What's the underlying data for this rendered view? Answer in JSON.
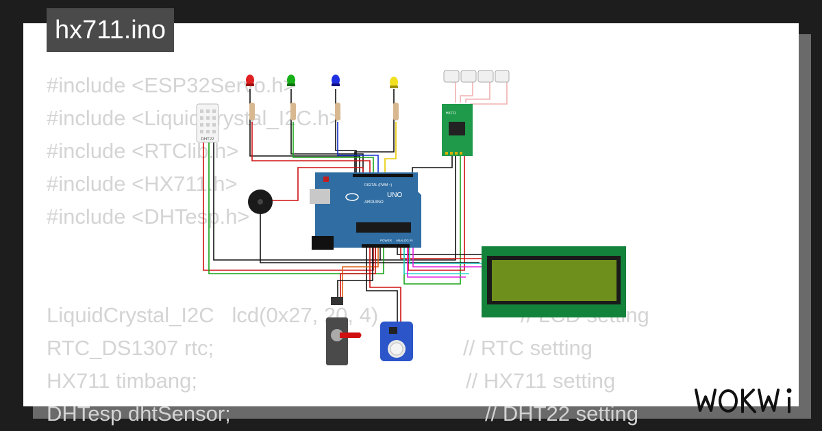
{
  "title": "hx711.ino",
  "brand": "WOKWI",
  "code_lines": [
    "#include <ESP32Servo.h>",
    "#include <LiquidCrystal_I2C.h>",
    "#include <RTClib.h>",
    "#include <HX711.h>",
    "#include <DHTesp.h>",
    "",
    "",
    "LiquidCrystal_I2C   lcd(0x27, 20, 4)",
    "RTC_DS1307 rtc;",
    "HX711 timbang;",
    "DHTesp dhtSensor;"
  ],
  "comments": [
    "// LCD setting",
    "// RTC setting",
    "// HX711 setting",
    "// DHT22 setting"
  ],
  "components": {
    "dht_label": "DHT22",
    "arduino_label": "UNO",
    "arduino_brand": "ARDUINO",
    "digital_label": "DIGITAL (PWM ~)",
    "power_label": "POWER",
    "analog_label": "ANALOG IN",
    "hx711_label": "HX711"
  },
  "colors": {
    "background": "#1d1d1d",
    "card": "#ffffff",
    "title_bg": "#4a4a4a",
    "code_text": "#d4d4d4",
    "arduino": "#2f6da3",
    "lcd_frame": "#13823a",
    "lcd_screen": "#6f8f1c",
    "hx711_board": "#1e9a4a",
    "rtc_board": "#2b55c9"
  }
}
